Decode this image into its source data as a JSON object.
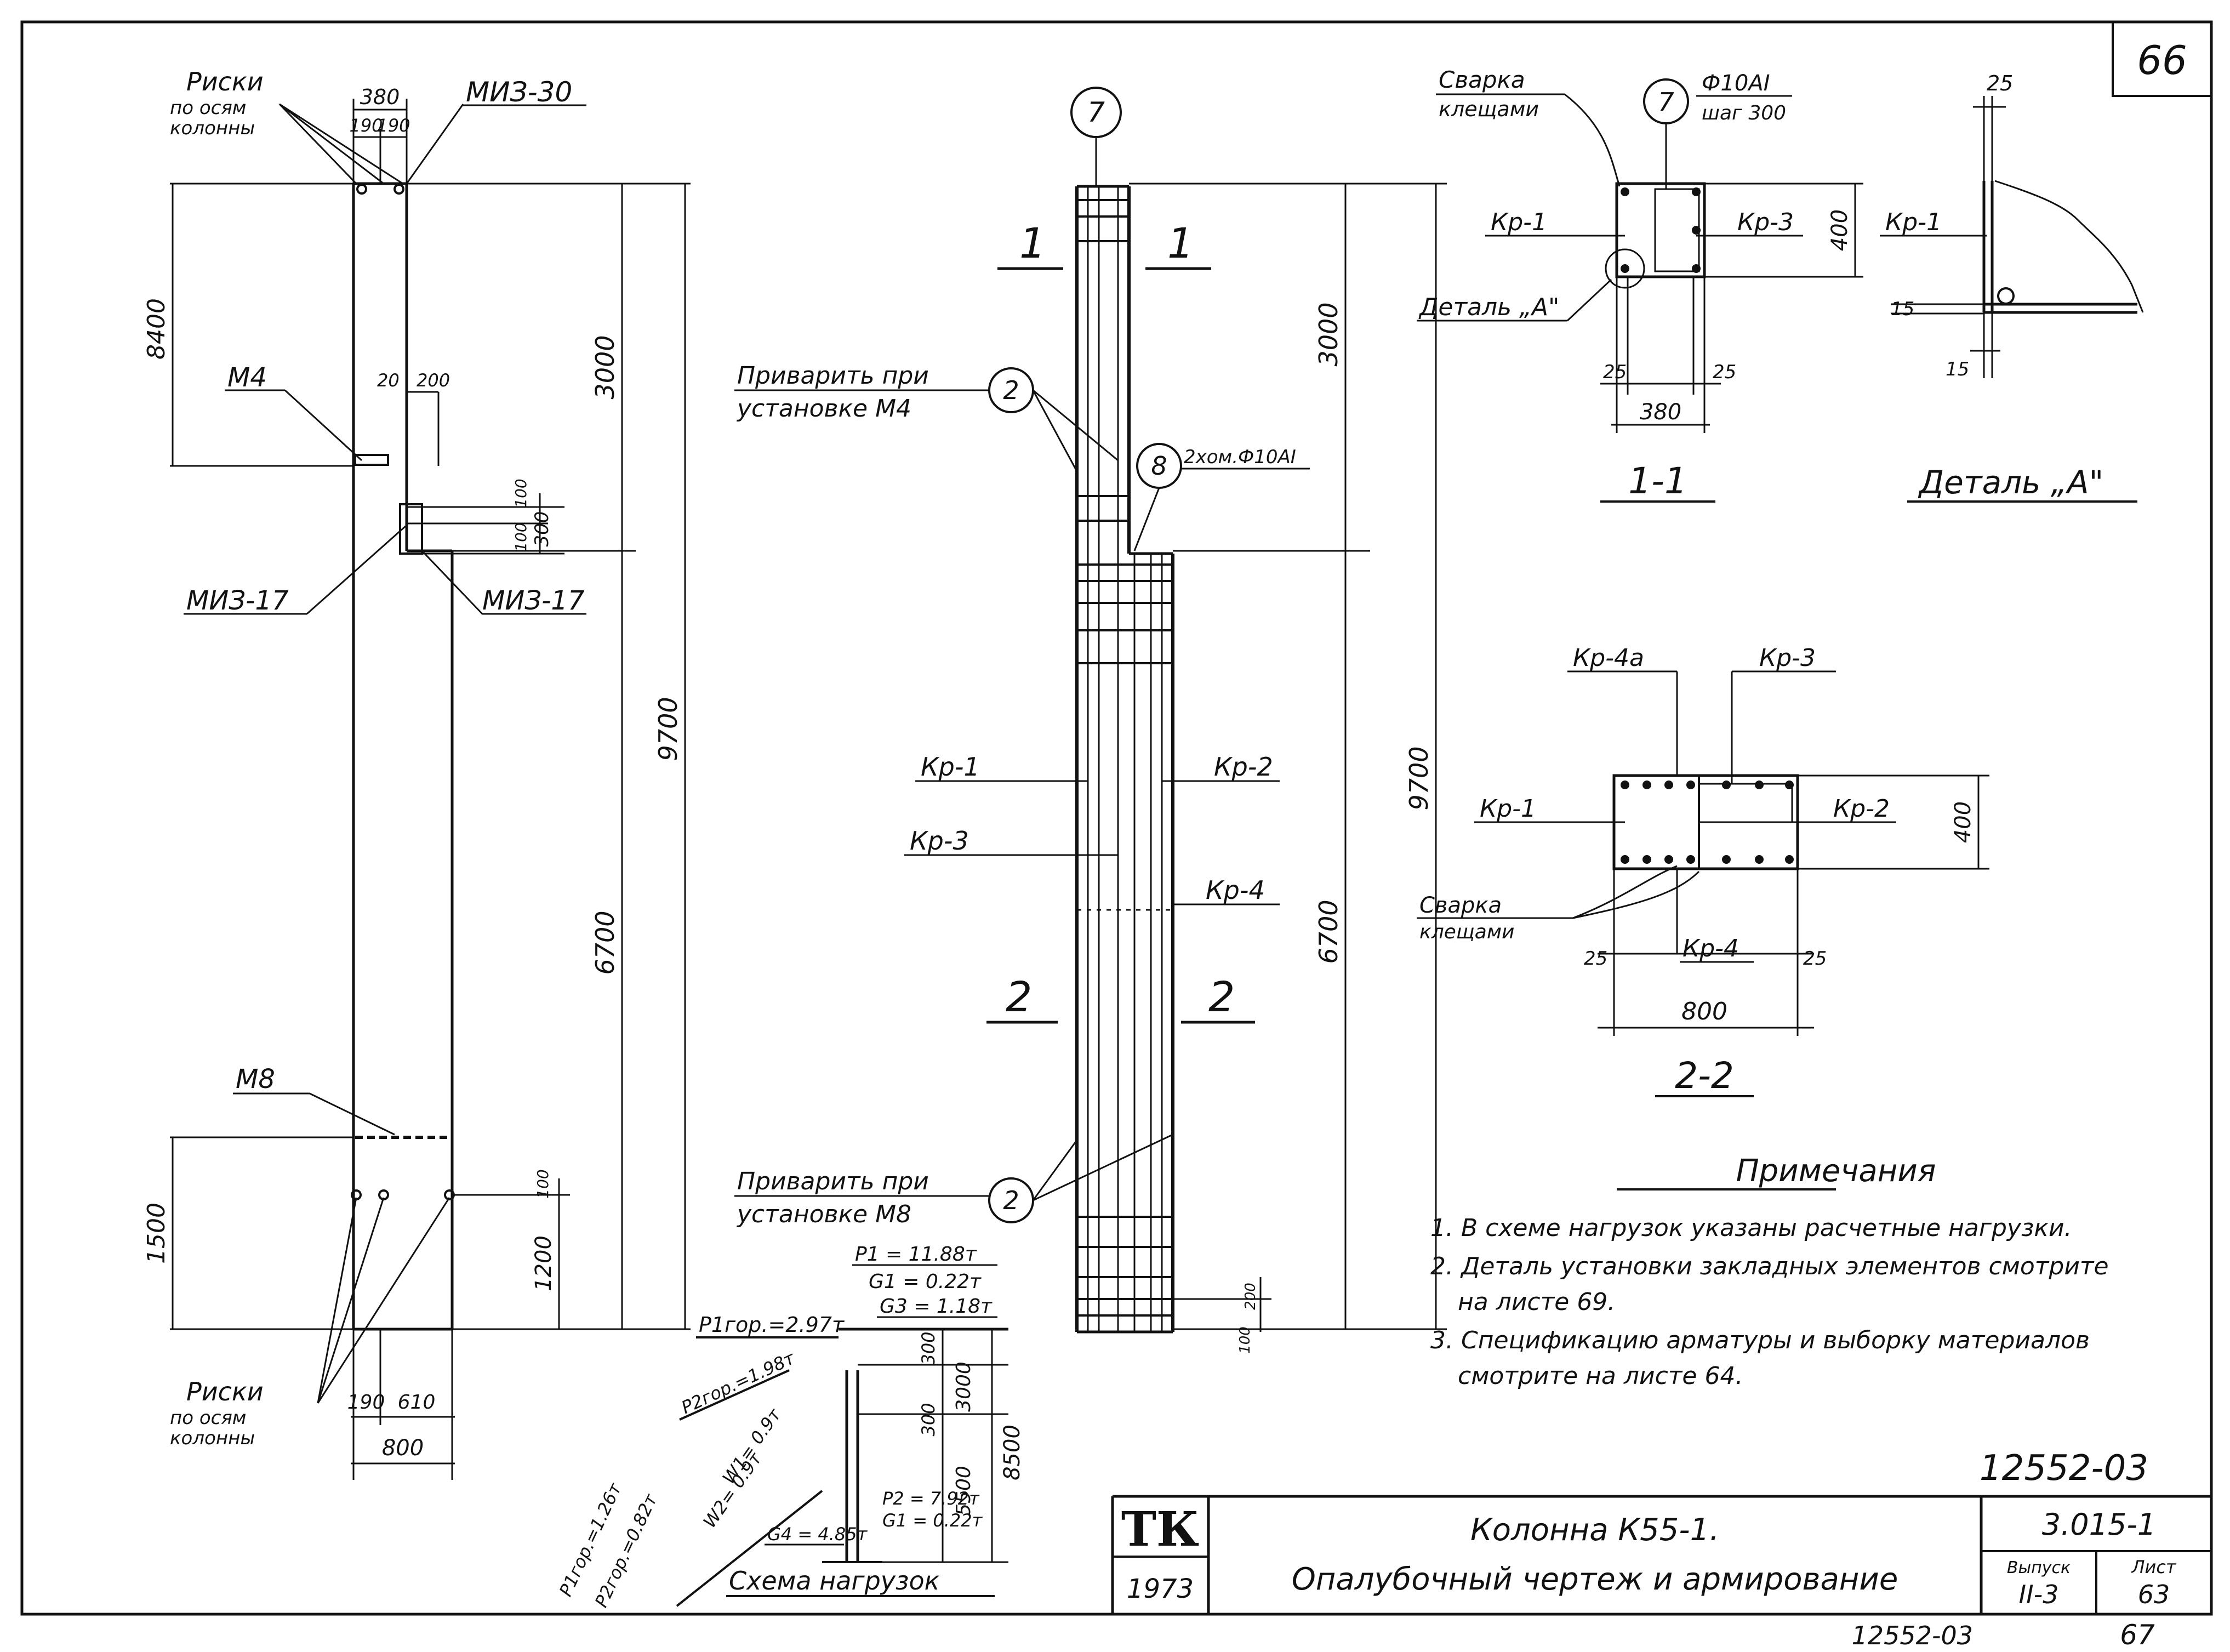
{
  "sheet": {
    "page_corner": "66",
    "bottom_code": "12552-03",
    "bottom_page": "67",
    "archive_code": "12552-03"
  },
  "title_block": {
    "logo": "ТК",
    "year": "1973",
    "title_line1": "Колонна К55-1.",
    "title_line2": "Опалубочный чертеж и армирование",
    "series": "3.015-1",
    "issue_label": "Выпуск",
    "issue_value": "II-3",
    "sheet_label": "Лист",
    "sheet_value": "63"
  },
  "formwork": {
    "marks_top": [
      "Риски",
      "по осям",
      "колонны"
    ],
    "marks_bottom": [
      "Риски",
      "по осям",
      "колонны"
    ],
    "miz30": "МИЗ-30",
    "m4": "М4",
    "miz17_left": "МИЗ-17",
    "miz17_right": "МИЗ-17",
    "m8": "М8",
    "dims": {
      "w380": "380",
      "h190a": "190",
      "h190b": "190",
      "d8400": "8400",
      "d3000": "3000",
      "d9700": "9700",
      "d6700": "6700",
      "d20": "20",
      "d200": "200",
      "d100": "100",
      "d100b": "100",
      "d300": "300",
      "d1500": "1500",
      "d1200": "1200",
      "d100c": "100",
      "b190": "190",
      "b610": "610",
      "b800": "800"
    }
  },
  "reinforcement": {
    "node7": "7",
    "node8": "8",
    "node2_top": "2",
    "node2_bottom": "2",
    "sec1_left": "1",
    "sec1_right": "1",
    "sec2_left": "2",
    "sec2_right": "2",
    "weld_top_1": "Приварить при",
    "weld_top_2": "установке М4",
    "weld_bottom_1": "Приварить при",
    "weld_bottom_2": "установке М8",
    "bars8": "2хом.Ф10АI",
    "kr1": "Кр-1",
    "kr2": "Кр-2",
    "kr3": "Кр-3",
    "kr4": "Кр-4",
    "dims": {
      "d3000": "3000",
      "d9700": "9700",
      "d6700": "6700",
      "d200": "200",
      "d100": "100"
    }
  },
  "section_1_1": {
    "weld_1": "Сварка",
    "weld_2": "клещами",
    "node7": "7",
    "bar_1": "Ф10АI",
    "bar_2": "шаг 300",
    "kr1": "Кр-1",
    "kr3": "Кр-3",
    "detail_ref": "Деталь „А\"",
    "d400": "400",
    "d25a": "25",
    "d25b": "25",
    "d380": "380",
    "caption": "1-1"
  },
  "detail_a": {
    "d25": "25",
    "kr1": "Кр-1",
    "d15a": "15",
    "d15b": "15",
    "caption": "Деталь „А\""
  },
  "section_2_2": {
    "kr4a": "Кр-4а",
    "kr3": "Кр-3",
    "kr1": "Кр-1",
    "kr2": "Кр-2",
    "kr4": "Кр-4",
    "weld_1": "Сварка",
    "weld_2": "клещами",
    "d400": "400",
    "d25a": "25",
    "d25b": "25",
    "d800": "800",
    "caption": "2-2"
  },
  "load_scheme": {
    "caption": "Схема нагрузок",
    "p1": "P1 = 11.88т",
    "g1_top": "G1 = 0.22т",
    "g3": "G3 = 1.18т",
    "p1gor_x": "P1гор.=2.97т",
    "p2gor_x": "P2гор.=1.98т",
    "w1": "W1= 0.9т",
    "w2": "W2= 0.9т",
    "p1gor_y": "P1гор.=1.26т",
    "p2gor_y": "P2гор.=0.82т",
    "p2": "P2 = 7.92т",
    "g1_bottom": "G1 = 0.22т",
    "g4": "G4 = 4.85т",
    "d300a": "300",
    "d300b": "300",
    "d3000": "3000",
    "d5500": "5500",
    "d8500": "8500"
  },
  "notes": {
    "heading": "Примечания",
    "n1": "1. В схеме нагрузок указаны расчетные нагрузки.",
    "n2a": "2. Деталь установки закладных элементов смотрите",
    "n2b": "на листе 69.",
    "n3a": "3. Спецификацию арматуры и выборку материалов",
    "n3b": "смотрите на листе 64."
  }
}
